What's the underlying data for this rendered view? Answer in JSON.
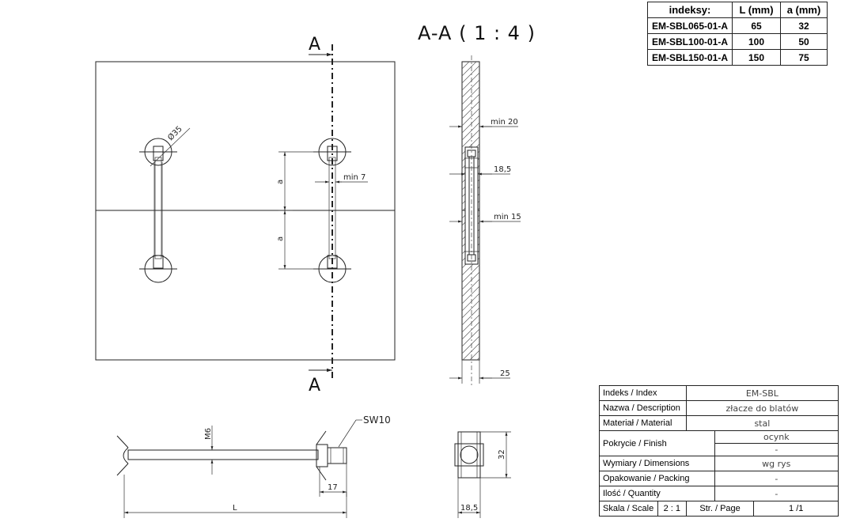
{
  "section_title": "A-A ( 1 : 4 )",
  "section_marks": {
    "top": "A",
    "bottom": "A"
  },
  "dimensions": {
    "diameter": "Ø35",
    "a_upper": "a",
    "a_lower": "a",
    "min7": "min 7",
    "min20": "min 20",
    "d18_5": "18,5",
    "min15": "min 15",
    "d25": "25",
    "m6": "M6",
    "sw10": "SW10",
    "d17": "17",
    "L": "L",
    "d32": "32",
    "d18_5_bottom": "18,5"
  },
  "index_table": {
    "headers": [
      "indeksy:",
      "L (mm)",
      "a (mm)"
    ],
    "rows": [
      [
        "EM-SBL065-01-A",
        "65",
        "32"
      ],
      [
        "EM-SBL100-01-A",
        "100",
        "50"
      ],
      [
        "EM-SBL150-01-A",
        "150",
        "75"
      ]
    ]
  },
  "title_block": {
    "index_label": "Indeks / Index",
    "index_value": "EM-SBL",
    "description_label": "Nazwa / Description",
    "description_value": "złacze do blatów",
    "material_label": "Materiał / Material",
    "material_value": "stal",
    "finish_label": "Pokrycie / Finish",
    "finish_value_1": "ocynk",
    "finish_value_2": "-",
    "dimensions_label": "Wymiary / Dimensions",
    "dimensions_value": "wg rys",
    "packing_label": "Opakowanie / Packing",
    "packing_value": "-",
    "quantity_label": "Ilość / Quantity",
    "quantity_value": "-",
    "scale_label": "Skala / Scale",
    "scale_value": "2 : 1",
    "page_label": "Str. / Page",
    "page_value": "1 /1"
  }
}
